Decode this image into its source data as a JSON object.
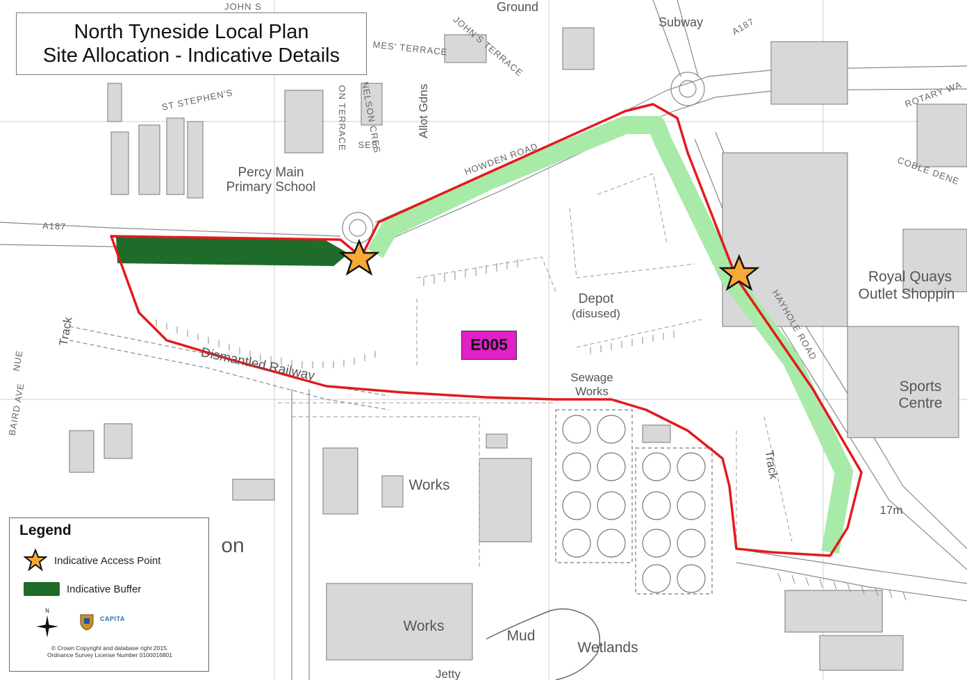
{
  "title": {
    "line1": "North Tyneside Local Plan",
    "line2": "Site Allocation - Indicative Details"
  },
  "site_code": "E005",
  "map_labels": {
    "school": "Percy Main",
    "school2": "Primary School",
    "depot": "Depot",
    "depot2": "(disused)",
    "sewage": "Sewage",
    "sewage2": "Works",
    "works1": "Works",
    "works2": "Works",
    "mud": "Mud",
    "wetlands": "Wetlands",
    "jetty": "Jetty",
    "dismantled_railway": "Dismantled Railway",
    "track1": "Track",
    "track2": "Track",
    "royal_quays1": "Royal Quays",
    "royal_quays2": "Outlet Shoppin",
    "sports1": "Sports",
    "sports2": "Centre",
    "spot_height": "17m",
    "subway": "Subway",
    "allot": "Allot Gdns",
    "ground": "Ground",
    "on_fragment": "on"
  },
  "road_labels": {
    "a187_west": "A187",
    "a187_north": "A187",
    "howden_road": "HOWDEN ROAD",
    "haylots_road": "HAYHOLE ROAD",
    "rotary_way": "ROTARY WA",
    "coble_dene": "COBLE DENE",
    "st_stephens": "ST STEPHEN'S",
    "nelson_cres": "NELSON CRES",
    "ses": "SES",
    "on_terrace": "ON TERRACE",
    "johns_terrace": "JOHN'S TERRACE",
    "james_terrace": "MES' TERRACE",
    "john_s": "JOHN S",
    "baird_ave": "BAIRD AVE",
    "nue": "NUE"
  },
  "legend": {
    "title": "Legend",
    "access_point": "Indicative Access Point",
    "buffer": "Indicative Buffer",
    "north_letter": "N",
    "capita": "CAPITA",
    "copyright_line1": "© Crown Copyright and database right 2015.",
    "copyright_line2": "Ordnance Survey License Number 0100016801"
  },
  "colors": {
    "site_boundary": "#e31a1c",
    "buffer_dark": "#1f6b2a",
    "buffer_light": "#a8eaa8",
    "site_badge": "#e020c8",
    "access_star": "#f7a935"
  },
  "icons": {
    "access_point": "star-icon",
    "north": "north-arrow-icon",
    "council_crest": "crest-icon"
  }
}
